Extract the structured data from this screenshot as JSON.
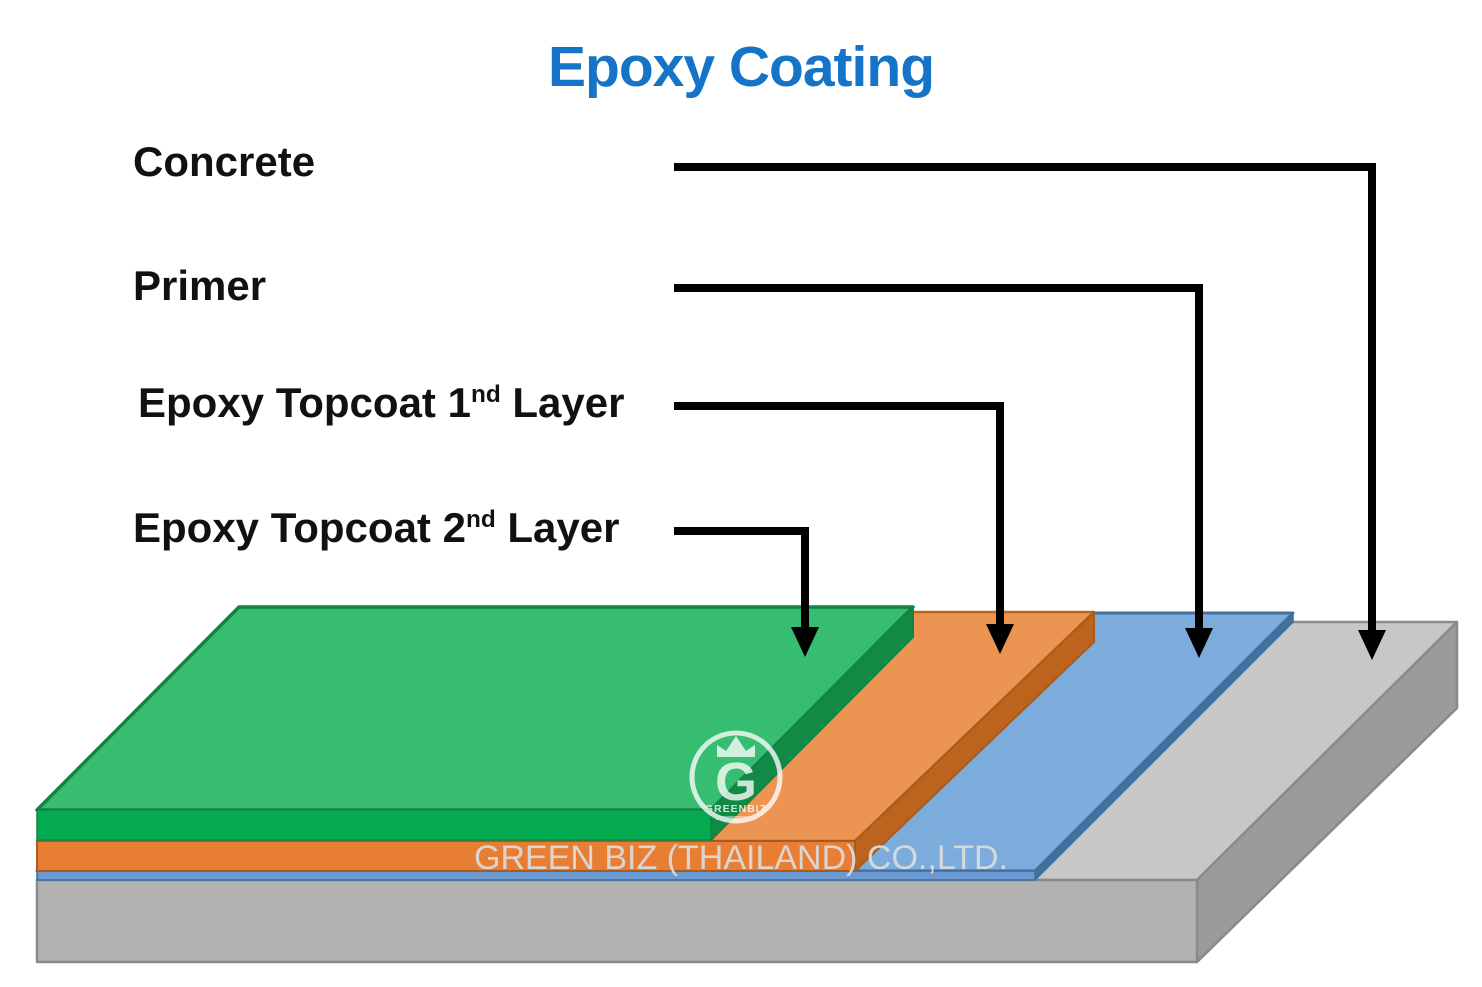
{
  "title": {
    "text": "Epoxy Coating",
    "color": "#1674C8"
  },
  "legend_labels": [
    {
      "id": "concrete",
      "prefix": "Concrete",
      "sup": "",
      "suffix": ""
    },
    {
      "id": "primer",
      "prefix": "Primer",
      "sup": "",
      "suffix": ""
    },
    {
      "id": "topcoat1",
      "prefix": "Epoxy Topcoat 1",
      "sup": "nd",
      "suffix": " Layer"
    },
    {
      "id": "topcoat2",
      "prefix": "Epoxy Topcoat 2",
      "sup": "nd",
      "suffix": " Layer"
    }
  ],
  "layers": [
    {
      "name": "Epoxy Topcoat 2nd Layer",
      "top": "#36BD71",
      "front": "#04AB50",
      "side": "#118A46",
      "edge": "#128443"
    },
    {
      "name": "Epoxy Topcoat 1nd Layer",
      "top": "#EC9452",
      "front": "#E87E33",
      "side": "#BC641E",
      "edge": "#A85B1E"
    },
    {
      "name": "Primer",
      "top": "#7CACDC",
      "front": "#6B9AD2",
      "side": "#41719C",
      "edge": "#3A6EA5"
    },
    {
      "name": "Concrete",
      "top": "#C7C7C7",
      "front": "#B2B2B2",
      "side": "#9B9B9B",
      "edge": "#8A8A8A"
    }
  ],
  "arrow_color": "#000000",
  "watermark": {
    "company": "GREEN BIZ (THAILAND) CO.,LTD.",
    "logo_letter": "G",
    "logo_text": "GREENBIZ",
    "color": "#DCDCDC"
  }
}
